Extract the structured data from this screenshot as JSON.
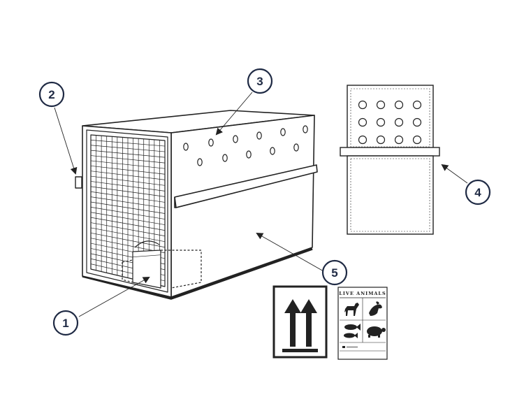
{
  "callouts": [
    {
      "id": "1",
      "label": "1"
    },
    {
      "id": "2",
      "label": "2"
    },
    {
      "id": "3",
      "label": "3"
    },
    {
      "id": "4",
      "label": "4"
    },
    {
      "id": "5",
      "label": "5"
    }
  ],
  "live_animals_label": {
    "title": "LIVE ANIMALS"
  },
  "colors": {
    "line": "#222222",
    "callout": "#1f2a44",
    "background": "#ffffff"
  },
  "icons": [
    "crate-illustration",
    "vent-panel-illustration",
    "this-way-up-arrows-icon",
    "dog-icon",
    "bird-icon",
    "fish-icon",
    "turtle-icon"
  ]
}
